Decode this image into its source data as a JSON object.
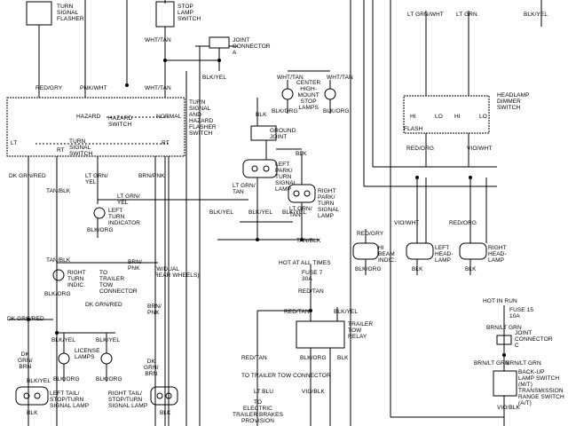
{
  "labels": {
    "turn_signal_flasher": "TURN\nSIGNAL\nFLASHER",
    "stop_lamp_switch": "STOP\nLAMP\nSWITCH",
    "lt_grn_wht_top": "LT GRN/WHT",
    "lt_grn_top": "LT GRN",
    "blk_yel_top_right": "BLK/YEL",
    "wht_tan_1": "WHT/TAN",
    "joint_connector_a": "JOINT\nCONNECTOR\nA",
    "blk_yel_a": "BLK/YEL",
    "wht_tan_2": "WHT/TAN",
    "wht_tan_3": "WHT/TAN",
    "center_high_mount": "CENTER\nHIGH-\nMOUNT\nSTOP\nLAMPS",
    "blk_org_1": "BLK/ORG",
    "blk_org_2": "BLK/ORG",
    "blk_ground_top": "BLK",
    "ground_joint": "GROUND\nJOINT",
    "blk_gj_1": "BLK",
    "blk_gj_2": "BLK",
    "headlamp_dimmer": "HEADLAMP\nDIMMER\nSWITCH",
    "hi": "HI",
    "lo": "LO",
    "hi2": "HI",
    "lo2": "LO",
    "flash": "FLASH",
    "red_gry_1": "RED/GRY",
    "pnk_wht": "PNK/WHT",
    "wht_tan_4": "WHT/TAN",
    "ts_hazard_switch": "TURN\nSIGNAL\nAND\nHAZARD\nFLASHER\nSWITCH",
    "hazard": "HAZARD",
    "hazard_switch": "HAZARD\nSWITCH",
    "normal": "NORMAL",
    "lt_sw": "LT",
    "rt_sw": "RT",
    "rt_sw2": "RT",
    "turn_signal_switch": "TURN\nSIGNAL\nSWITCH",
    "red_org_1": "RED/ORG",
    "vio_wht_1": "VIO/WHT",
    "dk_grn_red_1": "DK GRN/RED",
    "lt_grn_yel_1": "LT GRN/\nYEL",
    "brn_pnk_1": "BRN/PNK",
    "left_park": "LEFT\nPARK/\nTURN\nSIGNAL\nLAMP",
    "lt_grn_tan_1": "LT GRN/\nTAN",
    "blk_park": "BLK",
    "right_park": "RIGHT\nPARK/\nTURN\nSIGNAL\nLAMP",
    "lt_grn_tan_2": "LT GRN/\nTAN",
    "tan_blk_1": "TAN/BLK",
    "lt_grn_yel_2": "LT GRN/\nYEL",
    "left_turn_ind": "LEFT\nTURN\nINDICATOR",
    "blk_org_3": "BLK/ORG",
    "blk_yel_2": "BLK/YEL",
    "blk_yel_3": "BLK/YEL",
    "blk_yel_4": "BLK/YEL",
    "tan_blk_2": "TAN/BLK",
    "red_gry_2": "RED/GRY",
    "vio_wht_2": "VIO/WHT",
    "red_org_2": "RED/ORG",
    "hi_beam_indic": "HI\nBEAM\nINDIC.",
    "left_headlamp": "LEFT\nHEAD-\nLAMP",
    "right_headlamp": "RIGHT\nHEAD-\nLAMP",
    "blk_org_4": "BLK/ORG",
    "blk_hl_1": "BLK",
    "blk_hl_2": "BLK",
    "tan_blk_3": "TAN/BLK",
    "right_turn_indic": "RIGHT\nTURN\nINDIC.",
    "blk_org_5": "BLK/ORG",
    "to_trailer_tow_1": "TO\nTRAILER\nTOW\nCONNECTOR",
    "brn_pnk_2": "BRN/\nPNK",
    "w_dual": "(W/DUAL\nREAR WHEELS)",
    "dk_grn_red_2": "DK GRN/RED",
    "brn_pnk_3": "BRN/\nPNK",
    "hot_at_all_times": "HOT AT ALL TIMES",
    "fuse_7": "FUSE 7\n30A",
    "red_tan_1": "RED/TAN",
    "red_tan_2": "RED/TAN",
    "blk_yel_relay": "BLK/YEL",
    "trailer_tow_relay": "TRAILER\nTOW\nRELAY",
    "blk_org_relay": "BLK/ORG",
    "blk_relay": "BLK",
    "red_tan_3": "RED/TAN",
    "dk_grn_red_3": "DK GRN/RED",
    "blk_yel_5": "BLK/YEL",
    "blk_yel_6": "BLK/YEL",
    "license_lamps": "LICENSE\nLAMPS",
    "dk_grn_brn": "DK\nGRN/\nBRN",
    "blk_org_6": "BLK/ORG",
    "blk_org_7": "BLK/ORG",
    "dk_grn_brn_2": "DK\nGRN/\nBRN",
    "blk_yel_7": "BLK/YEL",
    "left_tail": "LEFT TAIL/\nSTOP/TURN\nSIGNAL LAMP",
    "right_tail": "RIGHT TAIL/\nSTOP/TURN\nSIGNAL LAMP",
    "blk_tl_1": "BLK",
    "blk_tl_2": "BLK",
    "to_trailer_tow_2": "TO TRAILER TOW CONNECTOR",
    "lt_blu": "LT BLU",
    "to_electric": "TO\nELECTRIC\nTRAILER BRAKES\nPROVISION",
    "vio_blk": "VIO/BLK",
    "hot_in_run": "HOT IN RUN",
    "fuse_15": "FUSE 15\n10A",
    "brn_lt_grn_1": "BRN/LT GRN",
    "joint_connector_c": "JOINT\nCONNECTOR\nC",
    "brn_lt_grn_2": "BRN/LT GRN",
    "brn_lt_grn_3": "BRN/LT GRN",
    "backup_switch": "BACK-UP\nLAMP SWITCH\n(M/T)\nTRANSMISSION\nRANGE SWITCH\n(A/T)",
    "vio_blk_2": "VIO/BLK"
  }
}
